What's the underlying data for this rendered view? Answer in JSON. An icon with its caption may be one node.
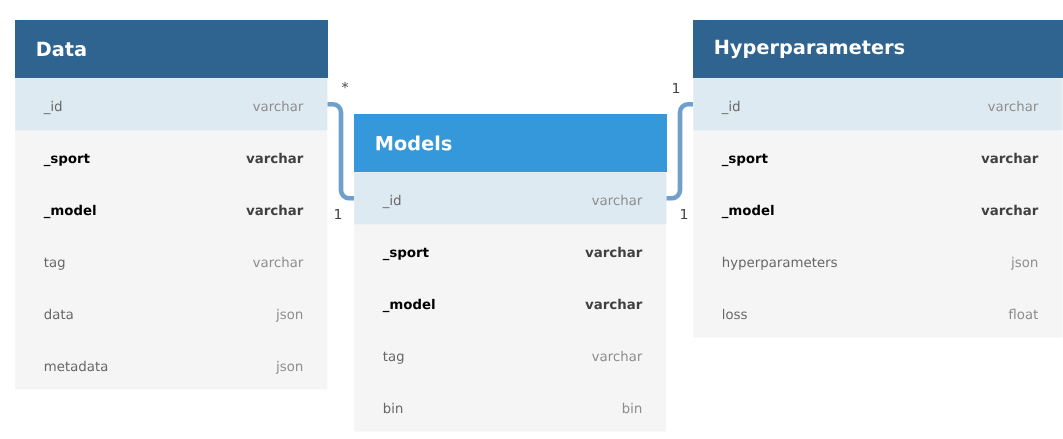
{
  "diagram": {
    "nodes": [
      {
        "text": [
          "Data"
        ]
      },
      {
        "text": [
          "_id",
          "varchar"
        ],
        "in": 0
      },
      {
        "text": [
          "**_sport**",
          "**varchar**"
        ],
        "in": 0
      },
      {
        "text": [
          "**_model**",
          "**varchar**"
        ],
        "in": 0
      },
      {
        "text": [
          "tag",
          "varchar"
        ],
        "in": 0
      },
      {
        "text": [
          "data",
          "json"
        ],
        "in": 0
      },
      {
        "text": [
          "metadata",
          "json"
        ],
        "in": 0
      },
      {
        "text": [
          "Models"
        ]
      },
      {
        "text": [
          "_id",
          "varchar"
        ],
        "in": 7
      },
      {
        "text": [
          "**_sport**",
          "**varchar**"
        ],
        "in": 7
      },
      {
        "text": [
          "**_model**",
          "**varchar**"
        ],
        "in": 7
      },
      {
        "text": [
          "tag",
          "varchar"
        ],
        "in": 7
      },
      {
        "text": [
          "bin",
          "bin"
        ],
        "in": 7
      },
      {
        "text": [
          "Hyperparameters"
        ]
      },
      {
        "text": [
          "_id",
          "varchar"
        ],
        "in": 13
      },
      {
        "text": [
          "**_sport**",
          "**varchar**"
        ],
        "in": 13
      },
      {
        "text": [
          "**_model**",
          "**varchar**"
        ],
        "in": 13
      },
      {
        "text": [
          "hyperparameters",
          "json"
        ],
        "in": 13
      },
      {
        "text": [
          "loss",
          "float"
        ],
        "in": 13
      }
    ],
    "edges": [
      {
        "from": 1,
        "to": 8,
        "arrow": "none"
      },
      {
        "from": 8,
        "to": 14,
        "arrow": "none"
      }
    ],
    "labels": [
      "*",
      "1",
      "1",
      "1"
    ]
  }
}
